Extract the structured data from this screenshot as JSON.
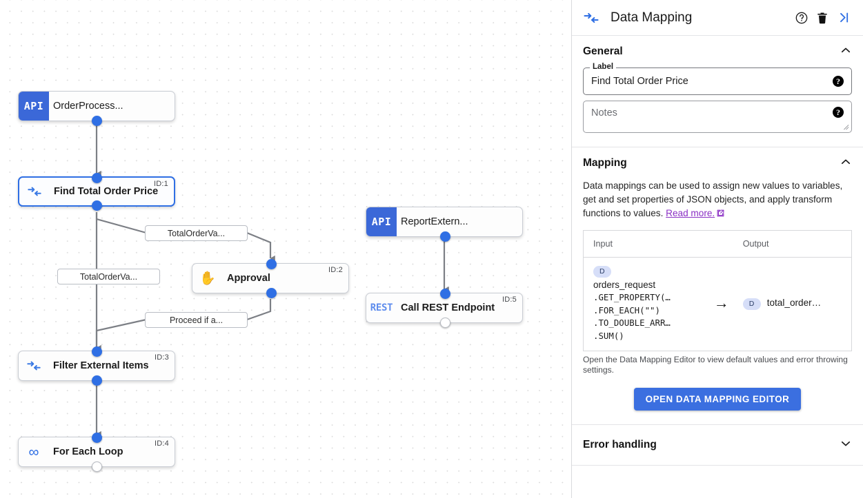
{
  "canvas": {
    "nodes": [
      {
        "id": "n-orderprocess",
        "badge": "API",
        "title": "OrderProcess...",
        "idlabel": "",
        "icon": "api-icon"
      },
      {
        "id": "n-find-total",
        "badge": "",
        "title": "Find Total Order Price",
        "idlabel": "ID:1",
        "icon": "data-mapping-icon"
      },
      {
        "id": "n-approval",
        "badge": "",
        "title": "Approval",
        "idlabel": "ID:2",
        "icon": "hand-icon"
      },
      {
        "id": "n-filter",
        "badge": "",
        "title": "Filter External Items",
        "idlabel": "ID:3",
        "icon": "data-mapping-icon"
      },
      {
        "id": "n-foreach",
        "badge": "",
        "title": "For Each Loop",
        "idlabel": "ID:4",
        "icon": "loop-icon"
      },
      {
        "id": "n-reportextern",
        "badge": "API",
        "title": "ReportExtern...",
        "idlabel": "",
        "icon": "api-icon"
      },
      {
        "id": "n-callrest",
        "badge": "REST",
        "title": "Call REST Endpoint",
        "idlabel": "ID:5",
        "icon": "rest-icon"
      }
    ],
    "edge_labels": [
      {
        "id": "el-total-1",
        "text": "TotalOrderVa..."
      },
      {
        "id": "el-total-2",
        "text": "TotalOrderVa..."
      },
      {
        "id": "el-proceed",
        "text": "Proceed if a..."
      }
    ]
  },
  "panel": {
    "header": {
      "title": "Data Mapping",
      "icon": "data-mapping-icon",
      "help_icon": "help-circle-icon",
      "delete_icon": "trash-icon",
      "collapse_icon": "collapse-panel-icon"
    },
    "general": {
      "title": "General",
      "collapse_state": "expanded",
      "label_caption": "Label",
      "label_value": "Find Total Order Price",
      "notes_placeholder": "Notes",
      "notes_value": ""
    },
    "mapping": {
      "title": "Mapping",
      "collapse_state": "expanded",
      "description_pre": "Data mappings can be used to assign new values to variables, get and set properties of JSON objects, and apply transform functions to values. ",
      "description_link": "Read more.",
      "columns": {
        "input": "Input",
        "output": "Output"
      },
      "rows": [
        {
          "input_chip": "D",
          "input_name": "orders_request",
          "input_expression": ".GET_PROPERTY(…\n.FOR_EACH(\"\")\n.TO_DOUBLE_ARR…\n.SUM()",
          "arrow": "→",
          "output_chip": "D",
          "output_name": "total_order…"
        }
      ],
      "table_note": "Open the Data Mapping Editor to view default values and error throwing settings.",
      "editor_button": "OPEN DATA MAPPING EDITOR"
    },
    "error_handling": {
      "title": "Error handling",
      "collapse_state": "collapsed"
    }
  },
  "colors": {
    "accent_blue": "#3b6fe0",
    "node_badge_blue": "#3b68d8",
    "rest_blue": "#5f8ded",
    "link_purple": "#8a2fc4",
    "chip_bg": "#d6def8",
    "selected_border": "#2f6fe4"
  }
}
